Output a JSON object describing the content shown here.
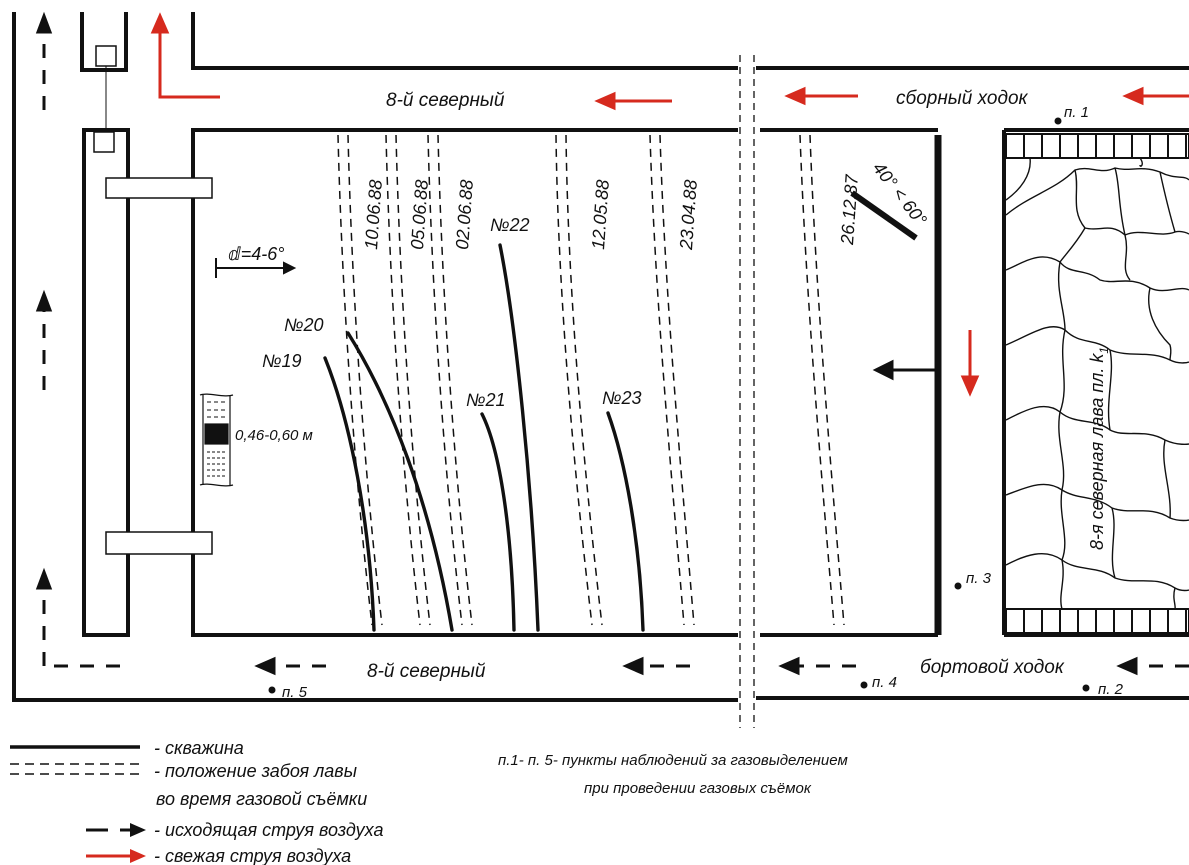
{
  "colors": {
    "ink": "#111111",
    "fresh_air": "#d62a1e"
  },
  "drifts": {
    "upper": "8-й северный",
    "lower": "8-й северный",
    "collecting": "сборный ходок",
    "side": "бортовой ходок"
  },
  "points": {
    "p1": "п. 1",
    "p2": "п. 2",
    "p3": "п. 3",
    "p4": "п. 4",
    "p5": "п. 5"
  },
  "face_dates": [
    "10.06.88",
    "05.06.88",
    "02.06.88",
    "12.05.88",
    "23.04.88",
    "26.12.87"
  ],
  "boreholes": [
    "№19",
    "№20",
    "№21",
    "№22",
    "№23"
  ],
  "dip_angle": "ⅆ=4-6°",
  "seam_thickness": "0,46-0,60 м",
  "dip_range": "40° < 60°",
  "longwall_label": "8-я северная лава пл. k",
  "longwall_subscript": "1",
  "caption": {
    "line1": "п.1- п. 5- пункты наблюдений за газовыделением",
    "line2": "при проведении газовых съёмок"
  },
  "legend": {
    "borehole": "- скважина",
    "face_line1": "- положение забоя лавы",
    "face_line2": "во время газовой съёмки",
    "exhaust": "- исходящая струя воздуха",
    "fresh": "- свежая струя воздуха"
  }
}
